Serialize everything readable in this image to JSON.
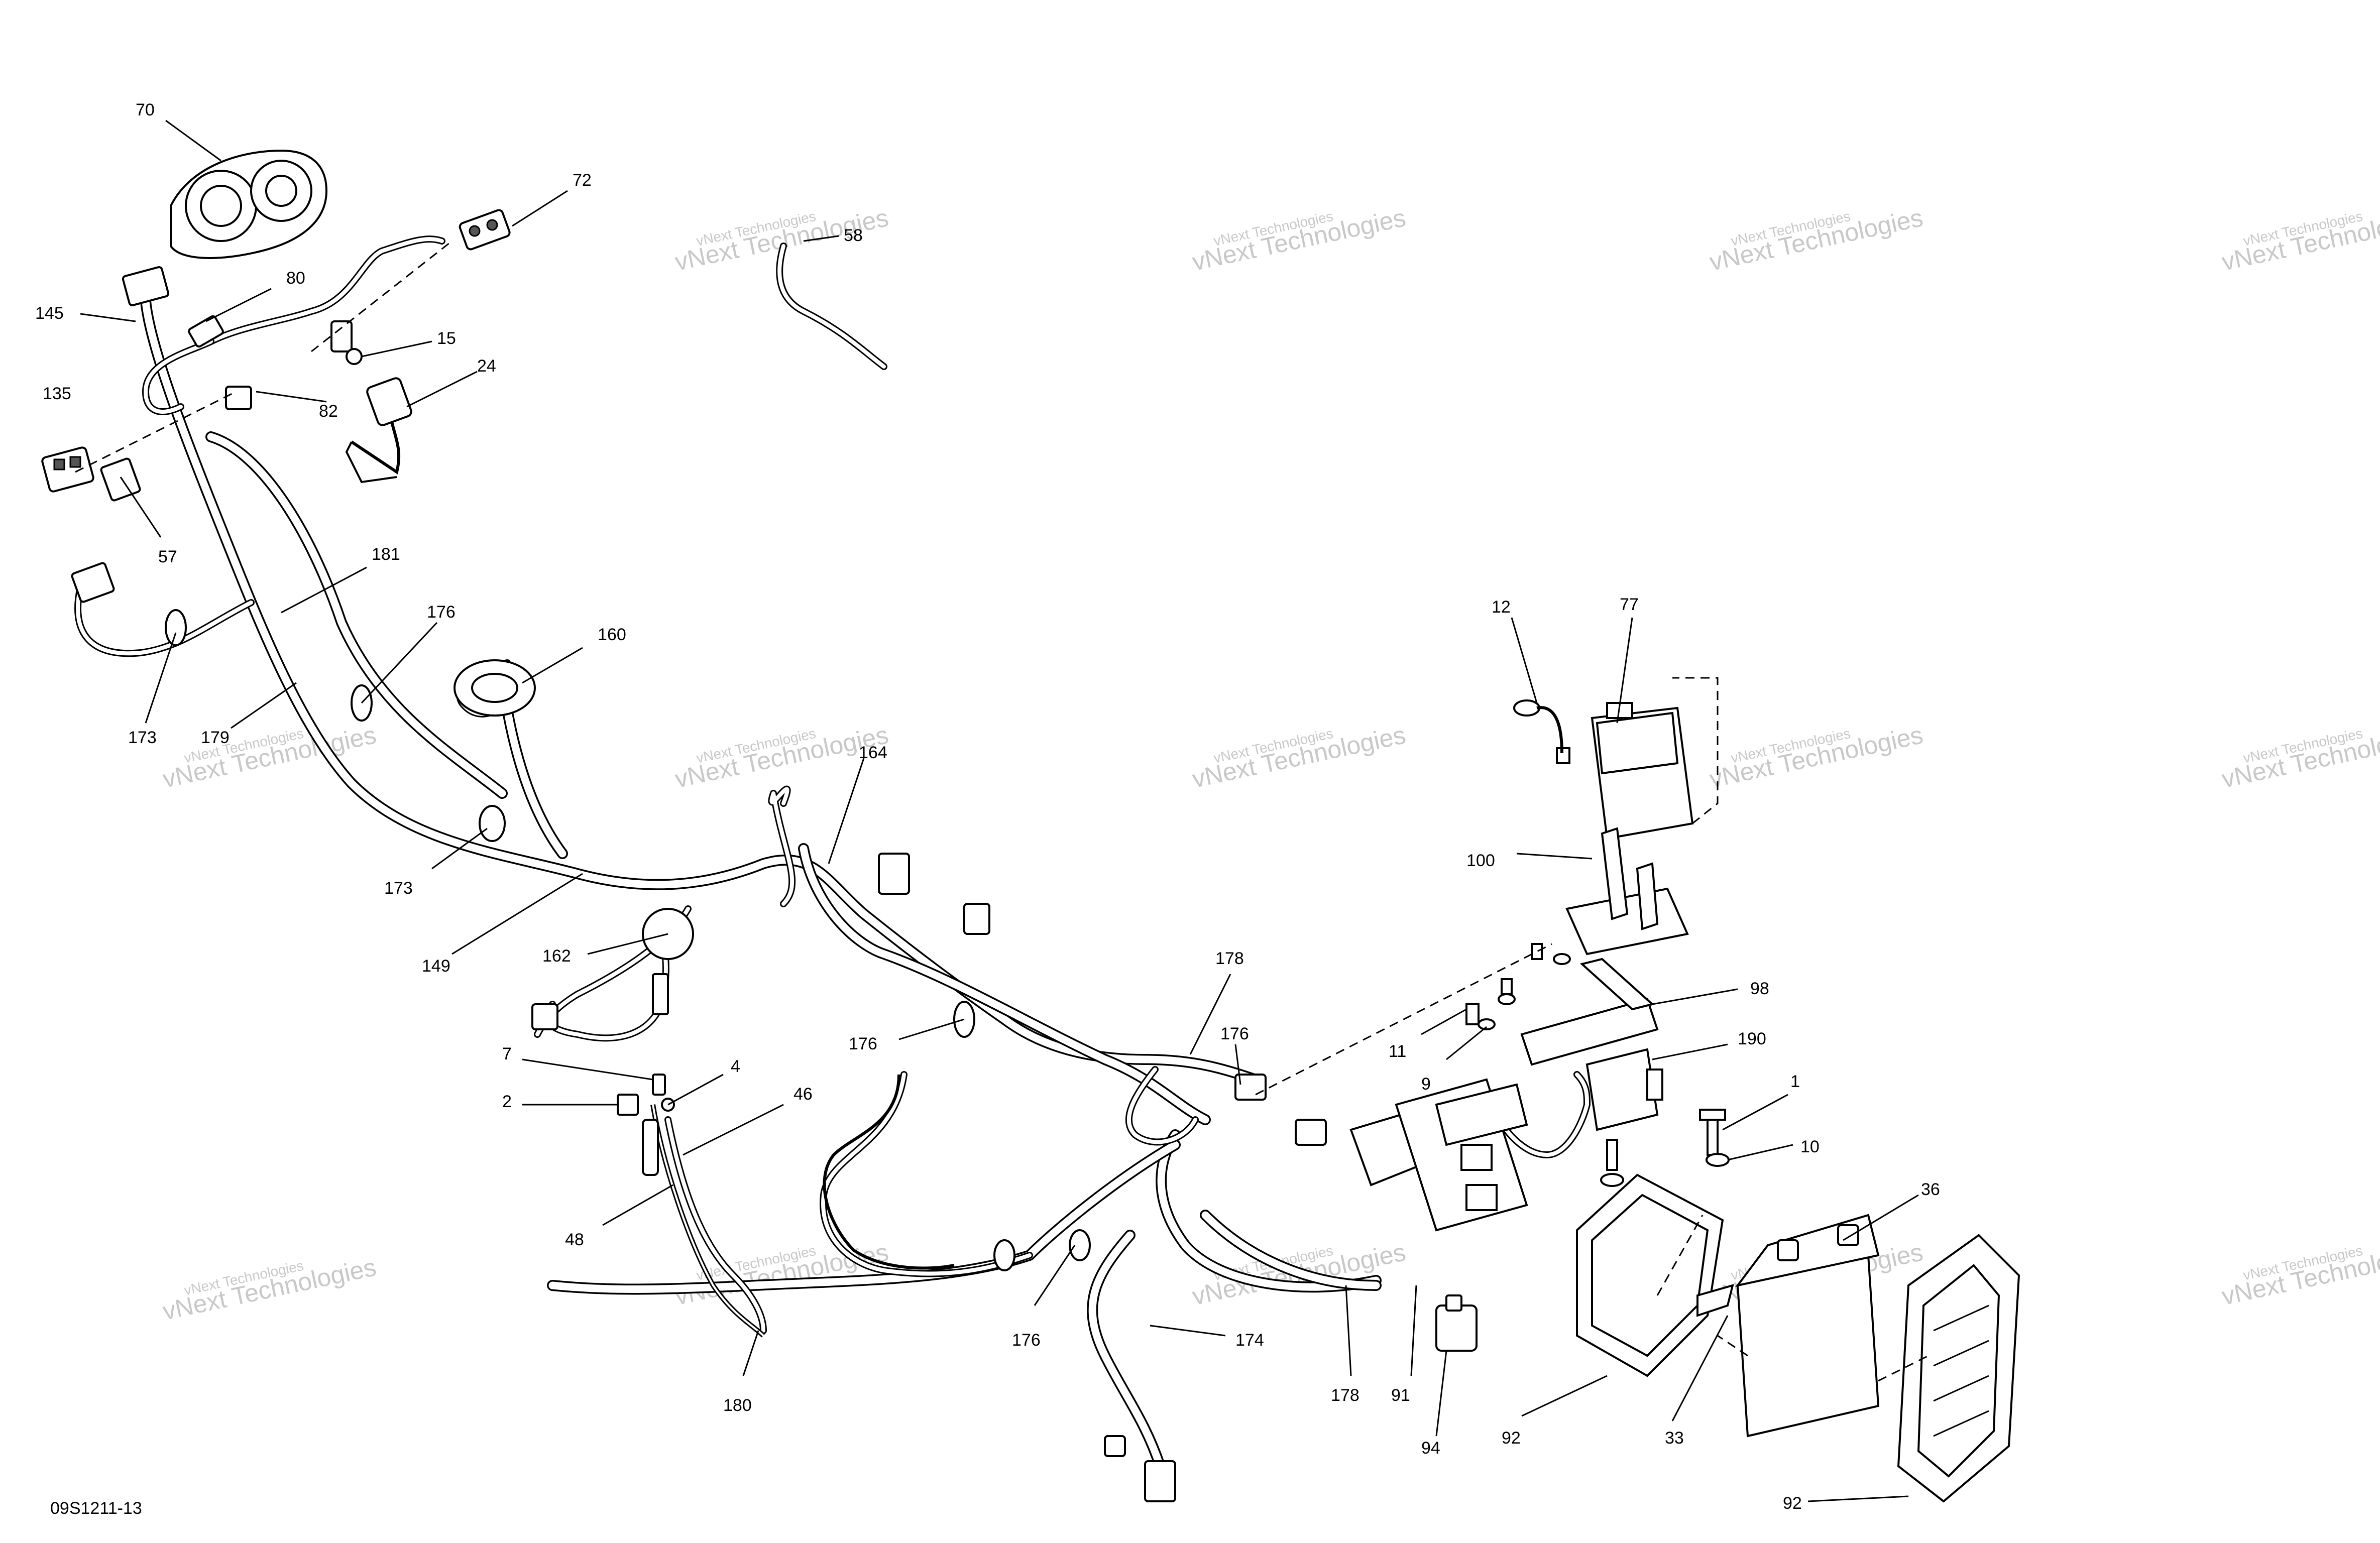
{
  "callouts": [
    {
      "id": "c70",
      "text": "70"
    },
    {
      "id": "c72",
      "text": "72"
    },
    {
      "id": "c58",
      "text": "58"
    },
    {
      "id": "c80",
      "text": "80"
    },
    {
      "id": "c145",
      "text": "145"
    },
    {
      "id": "c15",
      "text": "15"
    },
    {
      "id": "c24",
      "text": "24"
    },
    {
      "id": "c135",
      "text": "135"
    },
    {
      "id": "c82",
      "text": "82"
    },
    {
      "id": "c57",
      "text": "57"
    },
    {
      "id": "c181",
      "text": "181"
    },
    {
      "id": "c176a",
      "text": "176"
    },
    {
      "id": "c160",
      "text": "160"
    },
    {
      "id": "c173a",
      "text": "173"
    },
    {
      "id": "c179",
      "text": "179"
    },
    {
      "id": "c164",
      "text": "164"
    },
    {
      "id": "c173b",
      "text": "173"
    },
    {
      "id": "c149",
      "text": "149"
    },
    {
      "id": "c162",
      "text": "162"
    },
    {
      "id": "c178a",
      "text": "178"
    },
    {
      "id": "c176b",
      "text": "176"
    },
    {
      "id": "c176c",
      "text": "176"
    },
    {
      "id": "c7",
      "text": "7"
    },
    {
      "id": "c4",
      "text": "4"
    },
    {
      "id": "c2",
      "text": "2"
    },
    {
      "id": "c46",
      "text": "46"
    },
    {
      "id": "c48",
      "text": "48"
    },
    {
      "id": "c176d",
      "text": "176"
    },
    {
      "id": "c174",
      "text": "174"
    },
    {
      "id": "c180",
      "text": "180"
    },
    {
      "id": "c178b",
      "text": "178"
    },
    {
      "id": "c91",
      "text": "91"
    },
    {
      "id": "c94",
      "text": "94"
    },
    {
      "id": "c12",
      "text": "12"
    },
    {
      "id": "c77",
      "text": "77"
    },
    {
      "id": "c100",
      "text": "100"
    },
    {
      "id": "c98",
      "text": "98"
    },
    {
      "id": "c11",
      "text": "11"
    },
    {
      "id": "c9",
      "text": "9"
    },
    {
      "id": "c190",
      "text": "190"
    },
    {
      "id": "c1",
      "text": "1"
    },
    {
      "id": "c10",
      "text": "10"
    },
    {
      "id": "c36",
      "text": "36"
    },
    {
      "id": "c33",
      "text": "33"
    },
    {
      "id": "c92a",
      "text": "92"
    },
    {
      "id": "c92b",
      "text": "92"
    }
  ],
  "watermark": {
    "small": "vNext Technologies",
    "large": "vNext Technologies"
  },
  "diagram_code": "09S1211-13",
  "colors": {
    "line": "#000000",
    "watermark": "#c8c8c8",
    "background": "#ffffff"
  }
}
